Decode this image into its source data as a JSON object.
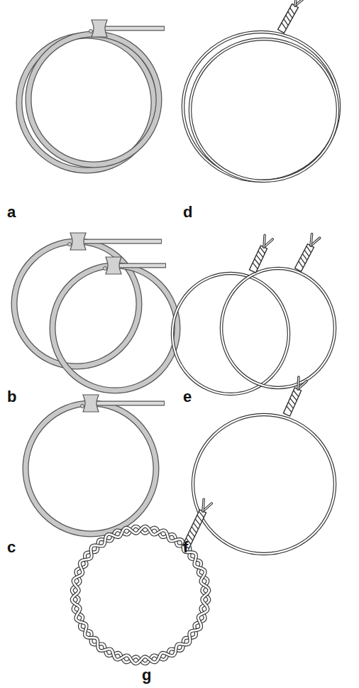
{
  "diagram": {
    "labels": [
      "a",
      "d",
      "b",
      "e",
      "c",
      "f",
      "g"
    ]
  }
}
